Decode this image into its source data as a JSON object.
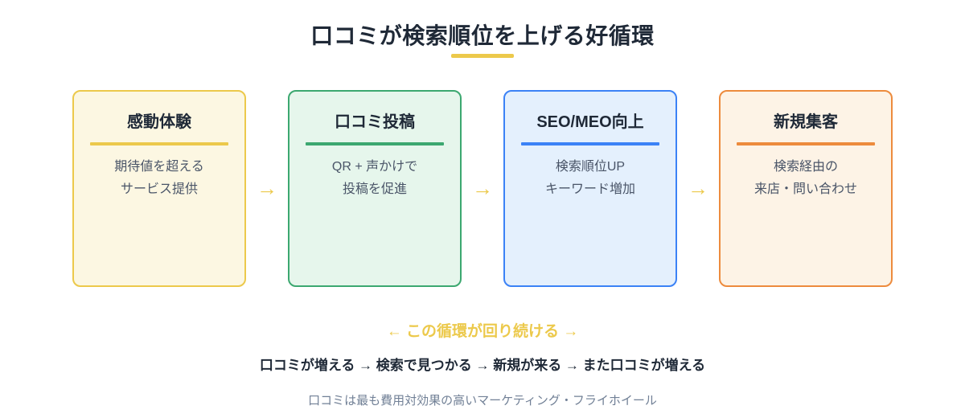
{
  "title": {
    "text": "口コミが検索順位を上げる好循環",
    "underline_color": "#ECC94B"
  },
  "steps": [
    {
      "title": "感動体験",
      "lines": [
        "期待値を超える",
        "サービス提供"
      ],
      "accent": "#ECC94B",
      "bg": "#FCF7E2"
    },
    {
      "title": "口コミ投稿",
      "lines": [
        "QR + 声かけで",
        "投稿を促進"
      ],
      "accent": "#3CA870",
      "bg": "#E6F6EC"
    },
    {
      "title": "SEO/MEO向上",
      "lines": [
        "検索順位UP",
        "キーワード増加"
      ],
      "accent": "#3B82F6",
      "bg": "#E4F0FD"
    },
    {
      "title": "新規集客",
      "lines": [
        "検索経由の",
        "来店・問い合わせ"
      ],
      "accent": "#ED8B3D",
      "bg": "#FDF3E6"
    }
  ],
  "arrow": {
    "glyph": "→",
    "color": "#ECC94B"
  },
  "footer": {
    "cycle_note": "← この循環が回り続ける →",
    "cycle_note_color": "#ECC94B",
    "chain": "口コミが増える → 検索で見つかる → 新規が来る → また口コミが増える",
    "caption": "口コミは最も費用対効果の高いマーケティング・フライホイール"
  }
}
